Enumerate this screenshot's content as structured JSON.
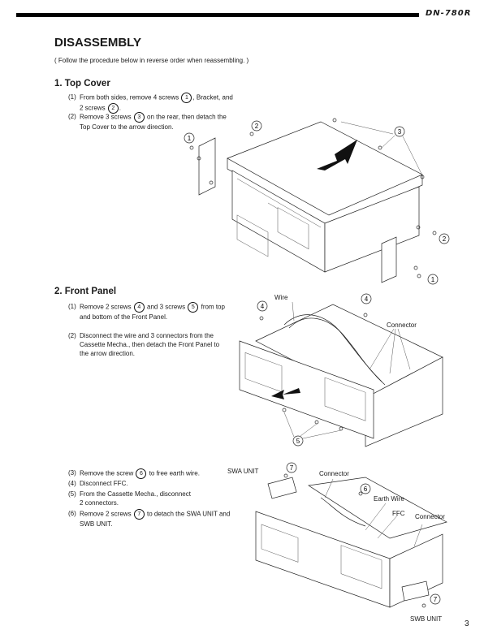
{
  "header": {
    "model": "DN-780R"
  },
  "title": "DISASSEMBLY",
  "subtitle": "( Follow the procedure below in reverse order when reassembling. )",
  "sections": [
    {
      "heading": "1. Top Cover",
      "steps": [
        {
          "num": "(1)",
          "parts": [
            "From both sides, remove 4 screws ",
            "1",
            ", Bracket, and",
            "2 screws ",
            "2",
            "."
          ]
        },
        {
          "num": "(2)",
          "parts": [
            "Remove 3 screws ",
            "3",
            " on the rear, then detach the",
            "Top Cover to the arrow direction."
          ]
        }
      ],
      "callouts": [
        "1",
        "2",
        "3",
        "2",
        "1"
      ]
    },
    {
      "heading": "2. Front Panel",
      "steps": [
        {
          "num": "(1)",
          "parts": [
            "Remove 2 screws ",
            "4",
            " and 3 screws ",
            "5",
            " from top",
            "and bottom of the Front Panel."
          ]
        },
        {
          "num": "(2)",
          "parts": [
            "Disconnect the wire and 3 connectors from the",
            "Cassette Mecha., then detach the Front Panel to",
            "the arrow direction."
          ]
        },
        {
          "num": "(3)",
          "parts": [
            "Remove the screw ",
            "6",
            " to free earth wire."
          ]
        },
        {
          "num": "(4)",
          "parts": [
            "Disconnect FFC."
          ]
        },
        {
          "num": "(5)",
          "parts": [
            "From the Cassette Mecha., disconnect",
            "2 connectors."
          ]
        },
        {
          "num": "(6)",
          "parts": [
            "Remove 2 screws ",
            "7",
            " to detach the SWA UNIT and",
            "SWB UNIT."
          ]
        }
      ],
      "labels": {
        "wire": "Wire",
        "connector": "Connector",
        "swa_unit": "SWA UNIT",
        "connector2": "Connector",
        "earth_wire": "Earth Wire",
        "ffc": "FFC",
        "connector3": "Connector",
        "swb_unit": "SWB UNIT"
      },
      "callouts": [
        "4",
        "4",
        "5",
        "7",
        "6",
        "7"
      ]
    }
  ],
  "page_number": "3"
}
